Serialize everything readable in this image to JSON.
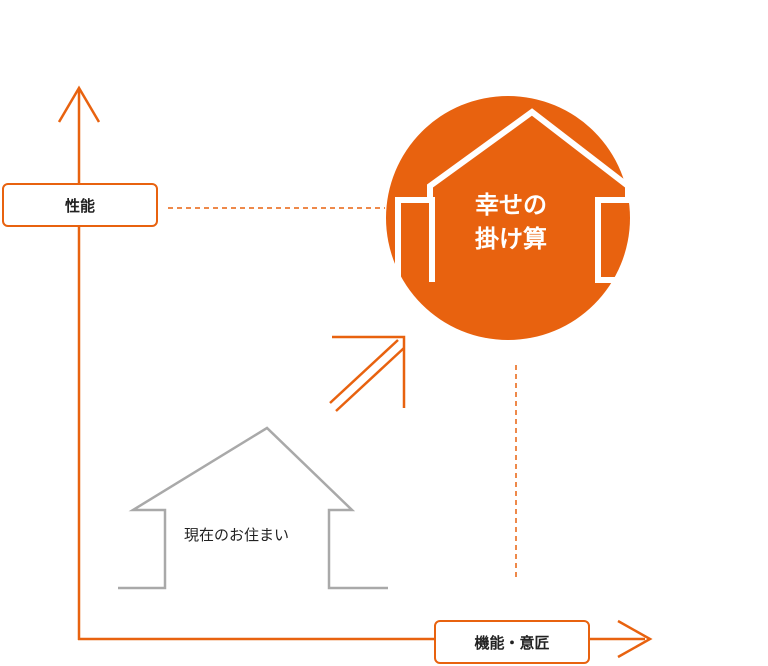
{
  "colors": {
    "accent": "#e8620f",
    "house_outline": "#a9a9a9",
    "text": "#222222",
    "circle_text": "#ffffff"
  },
  "labels": {
    "y_axis": "性能",
    "x_axis": "機能・意匠",
    "target_line1": "幸せの",
    "target_line2": "掛け算",
    "current_home": "現在のお住まい"
  },
  "icons": {
    "y_arrow": "arrow-up-icon",
    "x_arrow": "arrow-right-icon",
    "progress_arrow": "double-arrow-up-right-icon",
    "target_house": "house-icon",
    "current_house": "house-outline-icon"
  }
}
